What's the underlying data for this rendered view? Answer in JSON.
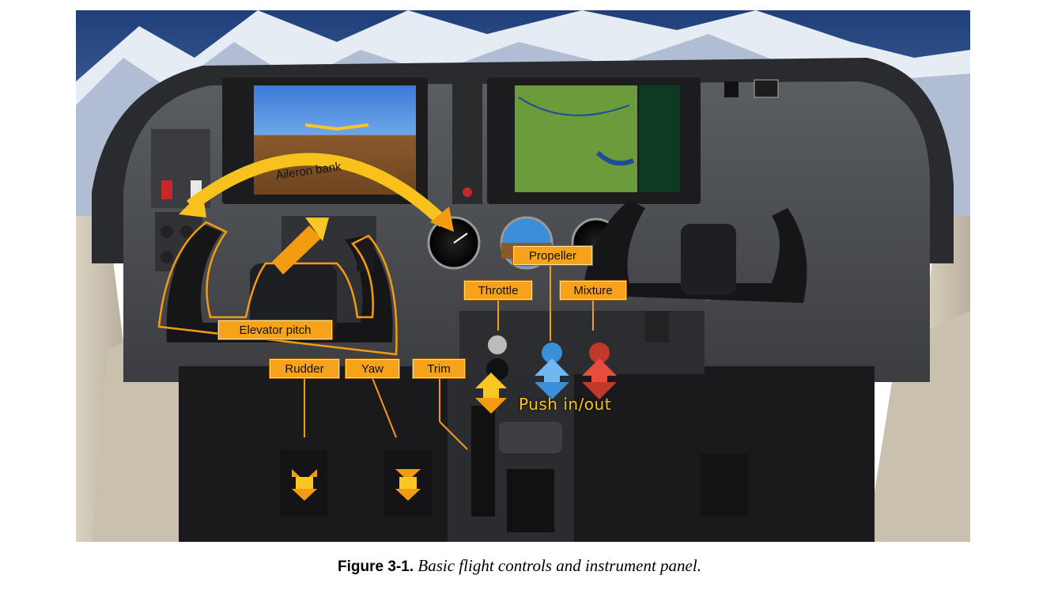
{
  "labels": {
    "aileron_bank": "Aileron bank",
    "elevator_pitch": "Elevator pitch",
    "rudder": "Rudder",
    "yaw": "Yaw",
    "trim": "Trim",
    "throttle": "Throttle",
    "propeller": "Propeller",
    "mixture": "Mixture",
    "push_in_out": "Push in/out"
  },
  "caption": {
    "figure_number": "Figure 3-1.",
    "text": "Basic flight controls and instrument panel."
  },
  "colors": {
    "callout": "#f7a21b",
    "arrow_orange": "#f39c12",
    "arrow_yellow": "#f9c623",
    "arrow_blue": "#3a8fd8",
    "arrow_red": "#c0392b",
    "panel": "#4a4c50",
    "sky": "#2d4e8a"
  },
  "icons": {
    "yoke": "yoke-icon",
    "pedal": "rudder-pedal-icon",
    "display": "glass-cockpit-display-icon",
    "gauge": "gauge-icon",
    "knob": "control-knob-icon"
  }
}
